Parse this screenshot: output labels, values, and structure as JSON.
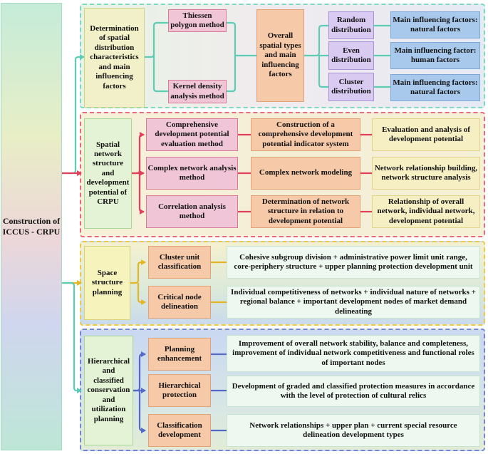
{
  "root": "Construction of ICCUS - CRPU",
  "sec1": {
    "title": "Determination of spatial distribution characteristics and main influencing factors",
    "method1": "Thiessen polygon method",
    "method2": "Kernel density analysis method",
    "center": "Overall spatial types and main influencing factors",
    "dist": [
      "Random distribution",
      "Even distribution",
      "Cluster distribution"
    ],
    "factors": [
      "Main influencing factors: natural factors",
      "Main influencing factor: human factors",
      "Main influencing factors: natural factors"
    ]
  },
  "sec2": {
    "title": "Spatial network structure and development potential of CRPU",
    "methods": [
      "Comprehensive development potential evaluation method",
      "Complex network analysis method",
      "Correlation analysis method"
    ],
    "steps": [
      "Construction of a comprehensive development potential indicator system",
      "Complex network modeling",
      "Determination of network structure in relation to development potential"
    ],
    "results": [
      "Evaluation and analysis of development potential",
      "Network relationship building, network structure analysis",
      "Relationship of overall network, individual network, development potential"
    ]
  },
  "sec3": {
    "title": "Space structure planning",
    "items": [
      "Cluster unit classification",
      "Critical node delineation"
    ],
    "details": [
      "Cohesive subgroup division + administrative power limit unit range, core-periphery structure + upper planning protection development unit",
      "Individual competitiveness of networks + individual nature of networks + regional balance + important development nodes of market demand delineating"
    ]
  },
  "sec4": {
    "title": "Hierarchical and classified conservation and utilization planning",
    "items": [
      "Planning enhancement",
      "Hierarchical protection",
      "Classification development"
    ],
    "details": [
      "Improvement of overall network stability, balance and completeness, improvement of individual network competitiveness and functional roles of important nodes",
      "Development of graded and classified protection measures in accordance with the level of protection of cultural relics",
      "Network relationships + upper plan + current special resource delineation development types"
    ]
  },
  "colors": {
    "teal": "#5ccdb4",
    "red": "#e0405a",
    "gold": "#e3b527",
    "blue": "#5468c8",
    "pink": "#f0c6d6",
    "peach": "#f6c9a8",
    "lilac": "#d8caf0",
    "sky": "#a9c9ec",
    "cream": "#f6efc4",
    "mint": "#dff3ea"
  }
}
